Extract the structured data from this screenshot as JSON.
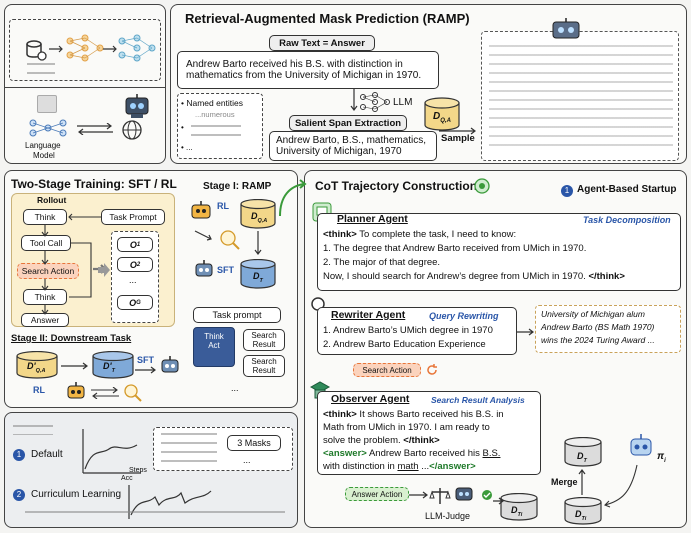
{
  "ramp": {
    "title": "Retrieval-Augmented Mask Prediction (RAMP)",
    "raw_text_label": "Raw Text = Answer",
    "raw_text_body_1": "Andrew Barto received his B.S. with distinction in",
    "raw_text_body_2": "mathematics from the University of Michigan in 1970.",
    "named_entities": "Named entities",
    "entities_sub": "...numerous",
    "llm_label": "LLM",
    "dqa_label": "D",
    "dqa_sub": "Q,A",
    "salient_label": "Salient Span Extraction",
    "salient_body_1": "Andrew Barto, B.S., mathematics,",
    "salient_body_2": "University of Michigan, 1970",
    "sample_label": "Sample",
    "ellipsis": "..."
  },
  "topleft": {
    "language_model": "Language",
    "language_model_2": "Model"
  },
  "two_stage": {
    "title": "Two-Stage Training: SFT / RL",
    "rollout": "Rollout",
    "think": "Think",
    "task_prompt": "Task Prompt",
    "tool_call": "Tool Call",
    "search_action": "Search Action",
    "think2": "Think",
    "answer": "Answer",
    "o1": "O",
    "o1s": "1",
    "o2": "O",
    "o2s": "2",
    "dots": "...",
    "og": "O",
    "ogs": "G",
    "stage1": "Stage I: RAMP",
    "rl": "RL",
    "sft": "SFT",
    "dqa": "D",
    "dqa_sub": "Q,A",
    "dt": "D",
    "dt_sub": "T",
    "task_prompt2": "Task prompt",
    "think_act": "Think",
    "act": "Act",
    "search_result_1": "Search",
    "search_result_1b": "Result",
    "search_result_2": "Search",
    "search_result_2b": "Result",
    "ellipsis": "...",
    "stage2": "Stage II: Downstream Task",
    "dpqa": "D'",
    "dpqa_sub": "Q,A",
    "dpt": "D'",
    "dpt_sub": "T",
    "sft2": "SFT",
    "rl2": "RL"
  },
  "curriculum": {
    "step1_num": "1",
    "default_label": "Default",
    "steps_label": "Steps",
    "acc_label": "Acc",
    "masks_label": "3 Masks",
    "ellipsis": "...",
    "step2_num": "2",
    "curriculum_label": "Curriculum Learning"
  },
  "cot": {
    "title": "CoT Trajectory Construction",
    "startup_num": "1",
    "startup": "Agent-Based Startup",
    "planner_title": "Planner Agent",
    "task_decomp": "Task Decomposition",
    "think_open": "<think>",
    "planner_1": " To complete the task, I need to know:",
    "planner_2": "1. The degree that Andrew Barto received from UMich in 1970.",
    "planner_3": "2. The major of that degree.",
    "planner_4": "Now, I should search for Andrew’s degree from UMich in 1970. ",
    "think_close": "</think>",
    "rewriter_title": "Rewriter Agent",
    "query_rewriting": "Query Rewriting",
    "rewriter_1": "1. Andrew Barto’s UMich degree in 1970",
    "rewriter_2": "2. Andrew Barto Education Experience",
    "side_1": "University of Michigan alum",
    "side_2": "Andrew Barto (BS Math 1970)",
    "side_3": "wins the 2024 Turing Award ...",
    "search_action": "Search Action",
    "observer_title": "Observer Agent",
    "search_analysis": "Search Result Analysis",
    "obs_think": "<think>",
    "obs_1": " It shows Barto received his B.S. in",
    "obs_2": "Math from UMich in 1970. I am ready to",
    "obs_3": "solve the problem. ",
    "obs_think_close": "</think>",
    "answer_open": "<answer>",
    "obs_4": " Andrew Barto received his ",
    "obs_bs": "B.S.",
    "obs_5": "with distinction in ",
    "obs_math": "math",
    "obs_6": " ...",
    "answer_close": "</answer>",
    "answer_action": "Answer Action",
    "llm_judge": "LLM-Judge",
    "dti": "D",
    "dti_sub": "Ti",
    "merge": "Merge",
    "dt": "D",
    "dt_sub": "T",
    "dti2": "D",
    "dti2_sub": "Ti",
    "pi": "π",
    "pi_sub": "i"
  },
  "colors": {
    "accent_green": "#3a9a3a",
    "accent_blue": "#2a56a8",
    "orange": "#e8763a",
    "panel_yellow": "#fbf0cf"
  }
}
